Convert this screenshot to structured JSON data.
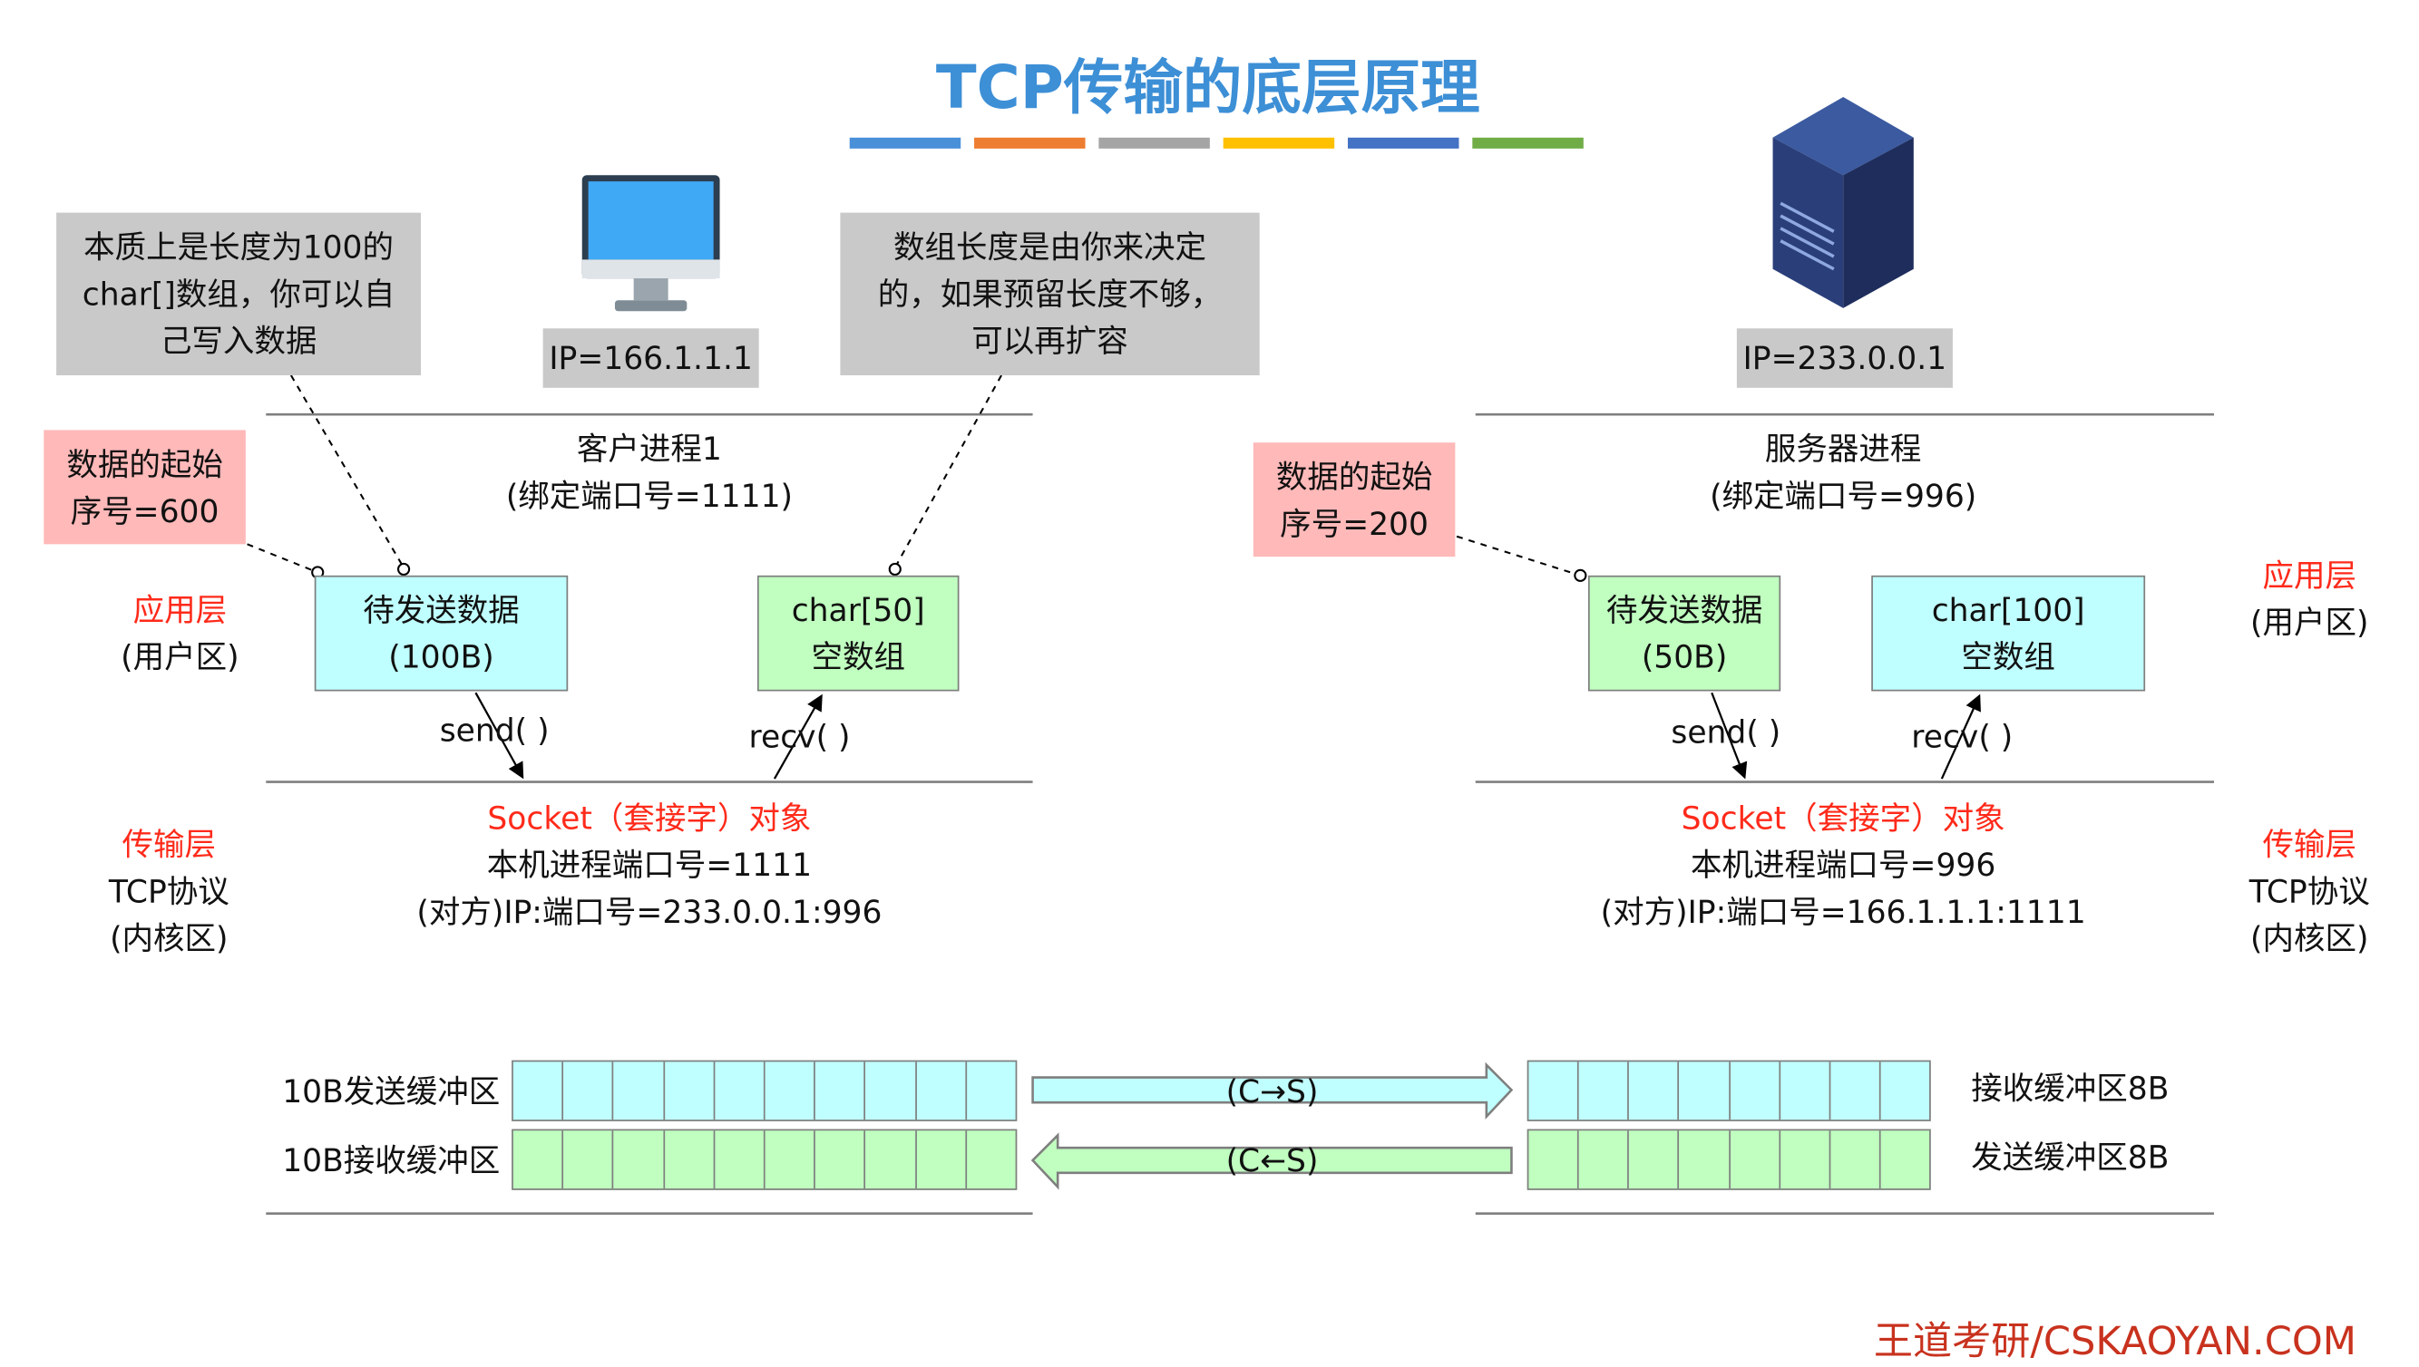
{
  "title": "TCP传输的底层原理",
  "colors": {
    "title": "#3d8fd6",
    "red": "#ff2a1a",
    "footer": "#c8321e",
    "cyan": "#c0ffff",
    "green": "#c0ffc0",
    "pink": "#ffb9b9",
    "gray": "#c9c9c9"
  },
  "title_bar_colors": [
    "#4a90d9",
    "#ed7d31",
    "#a5a5a5",
    "#ffc000",
    "#4472c4",
    "#70ad47"
  ],
  "notes": {
    "left": [
      "本质上是长度为100的",
      "char[]数组，你可以自",
      "己写入数据"
    ],
    "right": [
      "数组长度是由你来决定",
      "的，如果预留长度不够，",
      "可以再扩容"
    ]
  },
  "client": {
    "ip": "IP=166.1.1.1",
    "process": "客户进程1",
    "port_bind": "(绑定端口号=1111)",
    "seq_start": [
      "数据的起始",
      "序号=600"
    ],
    "send_data": [
      "待发送数据",
      "(100B)"
    ],
    "recv_array": [
      "char[50]",
      "空数组"
    ],
    "send_label": "send( )",
    "recv_label": "recv( )",
    "socket_title": "Socket（套接字）对象",
    "socket_local": "本机进程端口号=1111",
    "socket_remote": "(对方)IP:端口号=233.0.0.1:996",
    "send_buffer_label": "10B发送缓冲区",
    "recv_buffer_label": "10B接收缓冲区",
    "send_buffer_size": 10,
    "recv_buffer_size": 10
  },
  "server": {
    "ip": "IP=233.0.0.1",
    "process": "服务器进程",
    "port_bind": "(绑定端口号=996)",
    "seq_start": [
      "数据的起始",
      "序号=200"
    ],
    "send_data": [
      "待发送数据",
      "(50B)"
    ],
    "recv_array": [
      "char[100]",
      "空数组"
    ],
    "send_label": "send( )",
    "recv_label": "recv( )",
    "socket_title": "Socket（套接字）对象",
    "socket_local": "本机进程端口号=996",
    "socket_remote": "(对方)IP:端口号=166.1.1.1:1111",
    "recv_buffer_label": "接收缓冲区8B",
    "send_buffer_label": "发送缓冲区8B",
    "send_buffer_size": 8,
    "recv_buffer_size": 8
  },
  "layers": {
    "app": {
      "name": "应用层",
      "sub": "(用户区)"
    },
    "transport": {
      "name": "传输层",
      "proto": "TCP协议",
      "sub": "(内核区)"
    }
  },
  "arrows": {
    "c2s": "(C→S)",
    "s2c": "(C←S)"
  },
  "footer": "王道考研/CSKAOYAN.COM"
}
